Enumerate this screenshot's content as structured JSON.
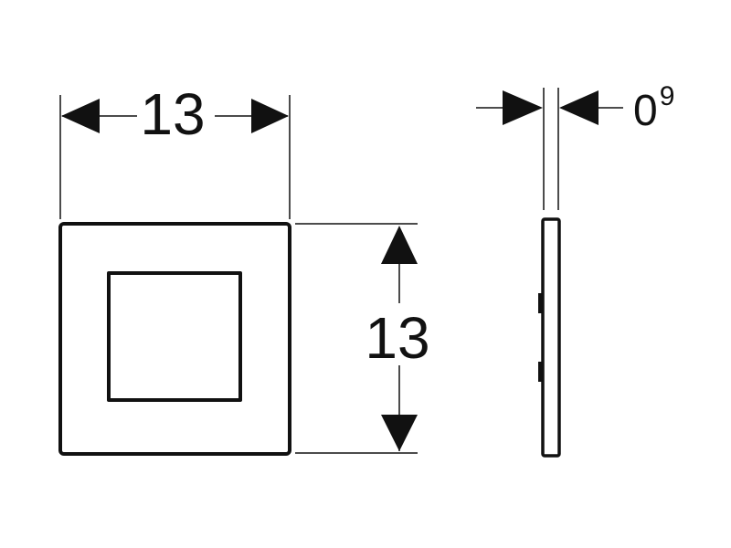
{
  "dimensions": {
    "width_label": "13",
    "height_label": "13",
    "thickness_main": "0",
    "thickness_sup": "9"
  },
  "colors": {
    "stroke": "#111111",
    "background": "#ffffff"
  }
}
